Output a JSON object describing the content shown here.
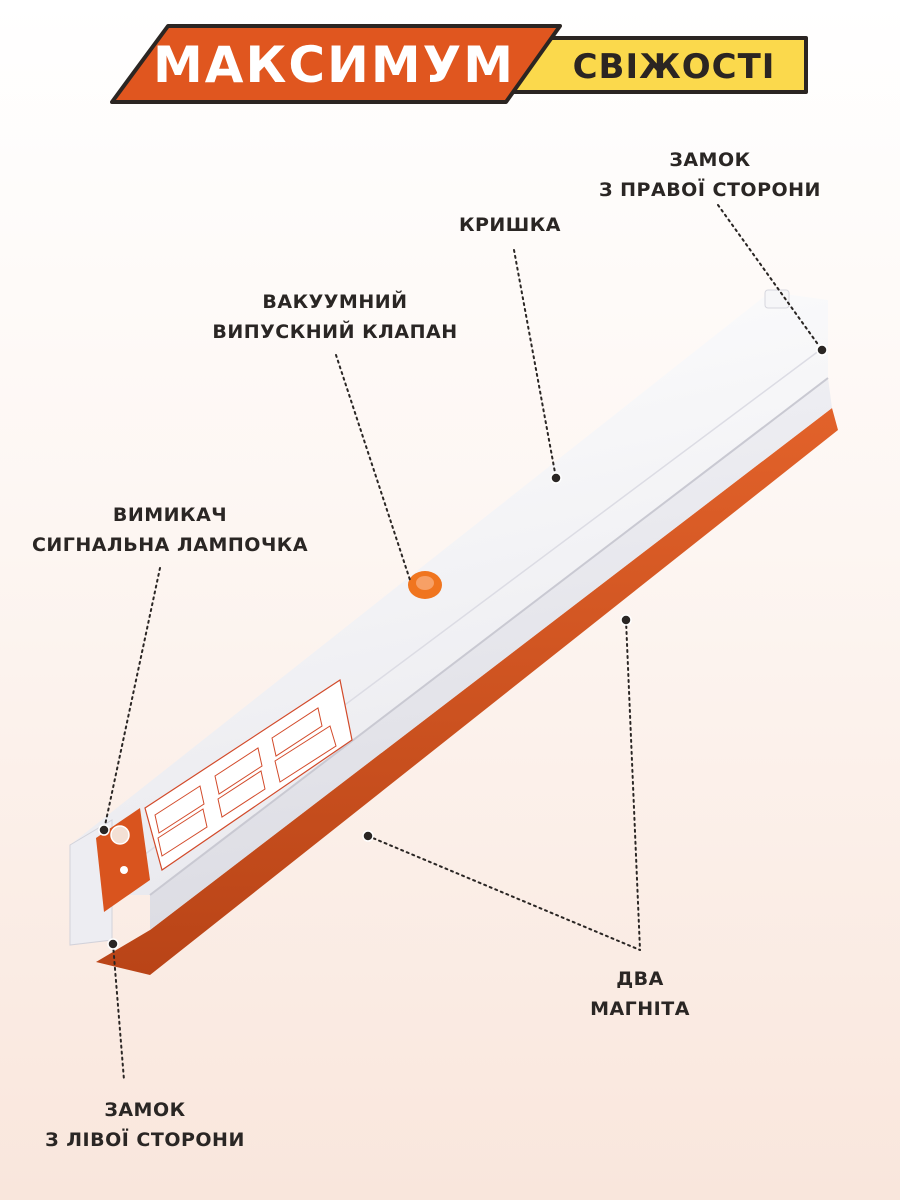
{
  "banner": {
    "title_main": "МАКСИМУМ",
    "title_accent": "СВІЖОСТІ",
    "primary_color": "#e0561f",
    "accent_color": "#fbd94c",
    "outline_color": "#2b2522"
  },
  "product": {
    "body_color": "#f4f4f6",
    "strip_color": "#d9541e",
    "valve_color": "#f0751f"
  },
  "callouts": {
    "right_lock": {
      "line1": "ЗАМОК",
      "line2": "З ПРАВОЇ СТОРОНИ"
    },
    "lid": {
      "line1": "КРИШКА"
    },
    "valve": {
      "line1": "ВАКУУМНИЙ",
      "line2": "ВИПУСКНИЙ КЛАПАН"
    },
    "switch": {
      "line1": "ВИМИКАЧ",
      "line2": "СИГНАЛЬНА ЛАМПОЧКА"
    },
    "magnets": {
      "line1": "ДВА",
      "line2": "МАГНІТА"
    },
    "left_lock": {
      "line1": "ЗАМОК",
      "line2": "З ЛІВОЇ СТОРОНИ"
    }
  }
}
